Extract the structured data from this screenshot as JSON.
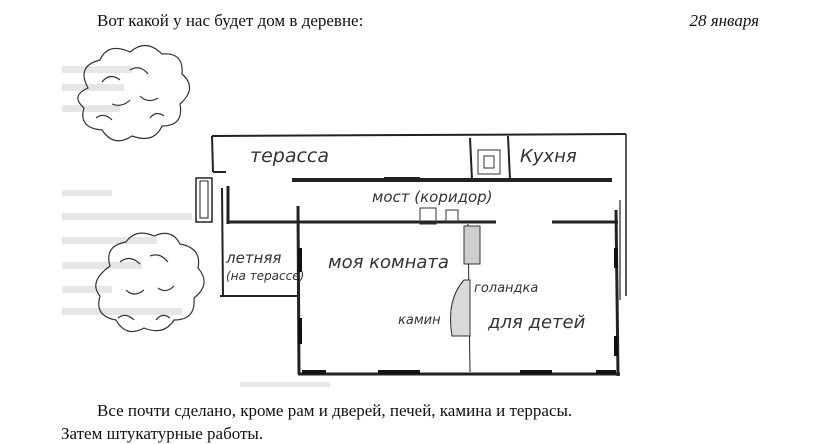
{
  "header": {
    "intro": "Вот какой у нас будет дом в деревне:",
    "date": "28 января"
  },
  "plan": {
    "labels": {
      "terrace": "терасса",
      "kitchen": "Кухня",
      "corridor": "мост (коридор)",
      "summer_room": "летняя",
      "summer_room_note": "(на терассе)",
      "my_room": "моя комната",
      "stove": "голандка",
      "fireplace": "камин",
      "kids_room": "для детей"
    }
  },
  "body": {
    "line1": "Все почти сделано, кроме рам и дверей, печей, камина и террасы.",
    "line2": "Затем штукатурные работы."
  }
}
